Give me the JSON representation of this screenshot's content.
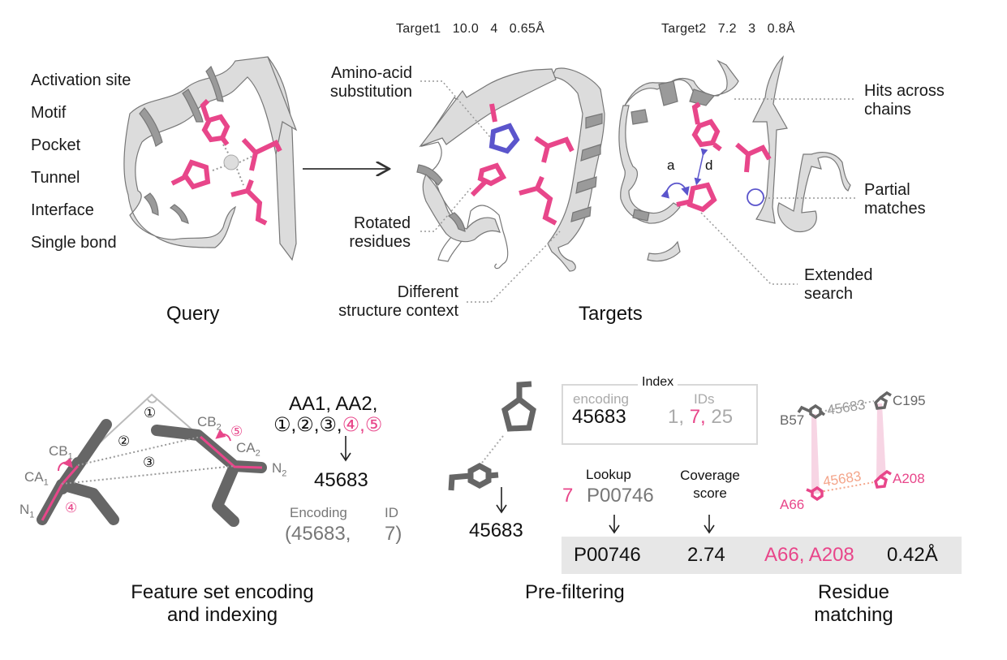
{
  "colors": {
    "accent_pink": "#e8468a",
    "substitution_blue": "#5b55cc",
    "ribbon_light": "#dcdcdc",
    "ribbon_dark": "#9a9a9a",
    "residue_gray": "#666666",
    "result_bar_bg": "#e7e7e7"
  },
  "query": {
    "feature_list": [
      "Activation site",
      "Motif",
      "Pocket",
      "Tunnel",
      "Interface",
      "Single bond"
    ],
    "title": "Query"
  },
  "targets": {
    "title": "Targets",
    "target1": {
      "name": "Target1",
      "score": "10.0",
      "count": "4",
      "rmsd": "0.65Å"
    },
    "target2": {
      "name": "Target2",
      "score": "7.2",
      "count": "3",
      "rmsd": "0.8Å"
    },
    "annotations": {
      "substitution": [
        "Amino-acid",
        "substitution"
      ],
      "rotated": [
        "Rotated",
        "residues"
      ],
      "context": [
        "Different",
        "structure context"
      ],
      "hits": [
        "Hits across",
        "chains"
      ],
      "partial": [
        "Partial",
        "matches"
      ],
      "extended": [
        "Extended",
        "search"
      ],
      "angle_label": "a",
      "distance_label": "d"
    }
  },
  "encoding": {
    "title_line1": "Feature set encoding",
    "title_line2": "and indexing",
    "atoms": {
      "cb1": "CB",
      "cb1_sub": "1",
      "ca1": "CA",
      "ca1_sub": "1",
      "n1": "N",
      "n1_sub": "1",
      "cb2": "CB",
      "cb2_sub": "2",
      "ca2": "CA",
      "ca2_sub": "2",
      "n2": "N",
      "n2_sub": "2"
    },
    "feature_marks": [
      "①",
      "②",
      "③",
      "④",
      "⑤"
    ],
    "formula_line1": "AA1, AA2,",
    "formula_black": "①,②,③,",
    "formula_pink": "④,⑤",
    "arrow": "↓",
    "code": "45683",
    "encoding_label": "Encoding",
    "id_label": "ID",
    "tuple_encoding": "(45683,",
    "tuple_id": "7)"
  },
  "prefilter": {
    "title": "Pre-filtering",
    "arrow": "↓",
    "code": "45683",
    "index": {
      "title": "Index",
      "encoding_label": "encoding",
      "ids_label": "IDs",
      "encoding_value": "45683",
      "ids": [
        {
          "text": "1,",
          "highlight": false
        },
        {
          "text": "7,",
          "highlight": true
        },
        {
          "text": "25",
          "highlight": false
        }
      ]
    },
    "lookup_label": "Lookup",
    "lookup_id": "7",
    "lookup_value": "P00746",
    "coverage_label_line1": "Coverage",
    "coverage_label_line2": "score"
  },
  "result": {
    "protein": "P00746",
    "coverage": "2.74",
    "residues": "A66, A208",
    "rmsd": "0.42Å"
  },
  "matching": {
    "title_line1": "Residue",
    "title_line2": "matching",
    "query_res1": "B57",
    "query_res2": "C195",
    "query_code": "45683",
    "target_res1": "A66",
    "target_res2": "A208",
    "target_code": "45683"
  }
}
